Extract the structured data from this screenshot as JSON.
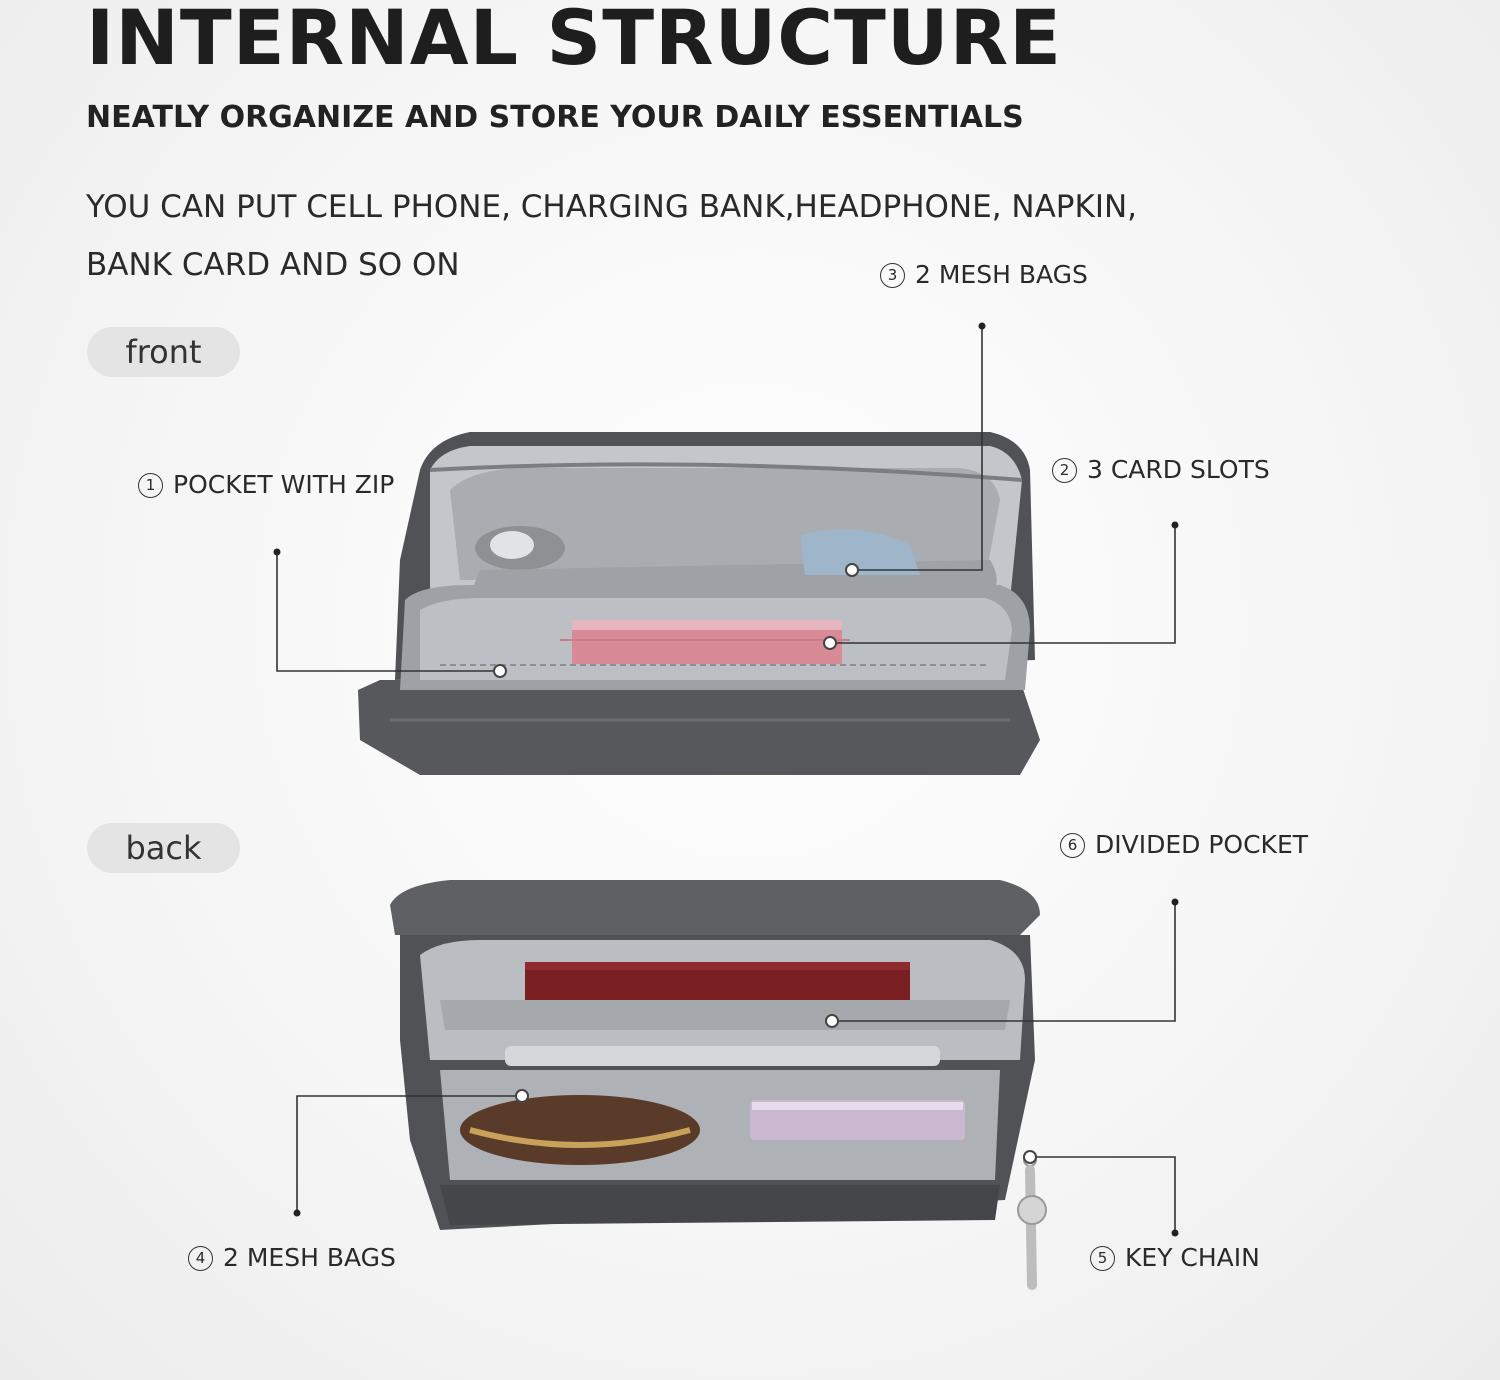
{
  "header": {
    "title": "INTERNAL STRUCTURE",
    "subtitle": "NEATLY ORGANIZE AND STORE YOUR DAILY ESSENTIALS",
    "description_line1": "YOU CAN PUT CELL PHONE, CHARGING BANK,HEADPHONE, NAPKIN,",
    "description_line2": "BANK CARD AND SO ON"
  },
  "views": {
    "front_label": "front",
    "back_label": "back"
  },
  "callouts": [
    {
      "num": "1",
      "text": "POCKET WITH ZIP"
    },
    {
      "num": "2",
      "text": "3 CARD SLOTS"
    },
    {
      "num": "3",
      "text": "2 MESH BAGS"
    },
    {
      "num": "4",
      "text": "2 MESH BAGS"
    },
    {
      "num": "5",
      "text": "KEY CHAIN"
    },
    {
      "num": "6",
      "text": "DIVIDED POCKET"
    }
  ],
  "colors": {
    "bag_shell": "#5b5d60",
    "bag_lining": "#b4b7bb",
    "card_pink": "#d98a97",
    "passport_red": "#7a1f22",
    "leader_line": "#333333"
  }
}
